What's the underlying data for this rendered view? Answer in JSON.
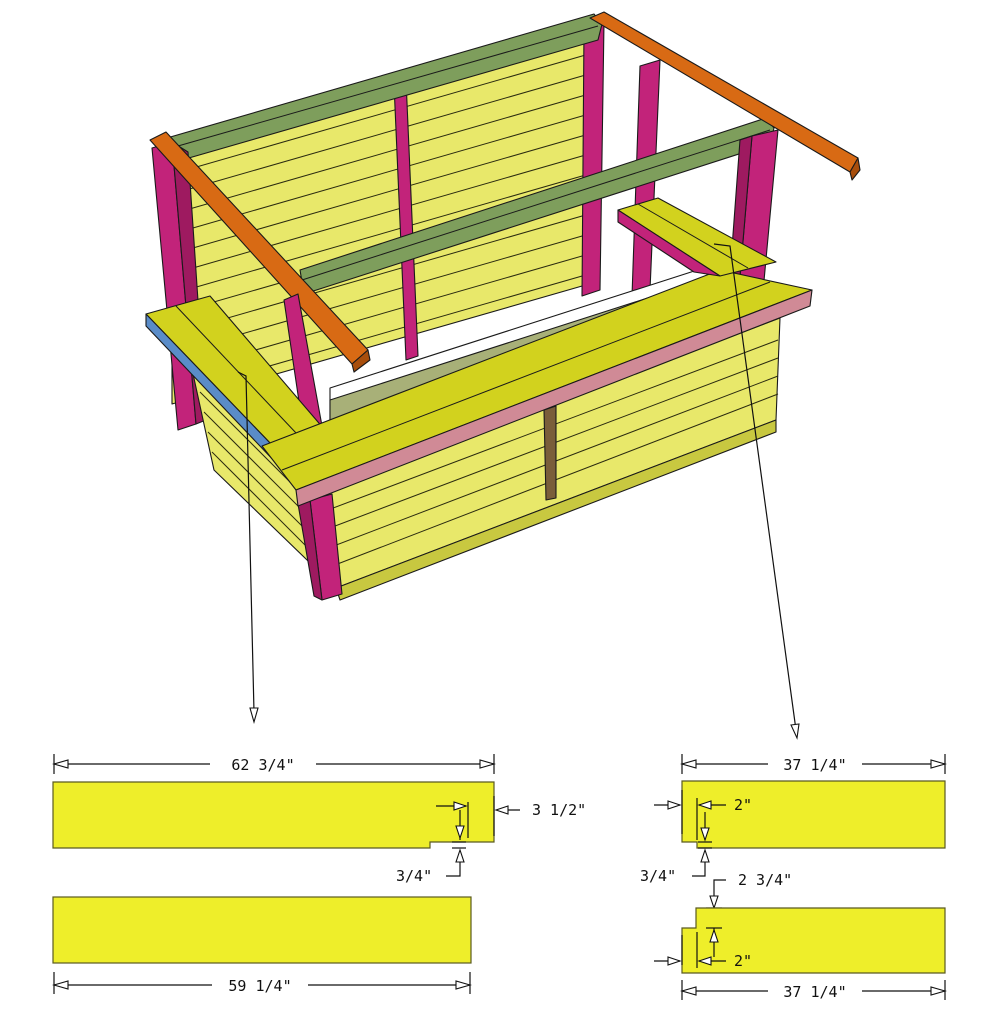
{
  "diagram": {
    "subject": "wooden bar/counter frame with countertop boards",
    "colors": {
      "panel_yellow": "#e8e86a",
      "board_yellow": "#d2d21e",
      "cut_piece_yellow": "#eeee2a",
      "post_magenta": "#c2237a",
      "rail_green": "#7e9e5c",
      "beam_orange": "#d86a14",
      "trim_pink": "#d08a96",
      "trim_blue": "#5a8cc8",
      "brace_brown": "#7a5e3a",
      "line": "#1a1a1a"
    },
    "callouts": [
      {
        "from": "front-countertop-left-end",
        "to": "long-boards"
      },
      {
        "from": "side-countertop-right",
        "to": "short-boards"
      }
    ]
  },
  "pieces": {
    "long_notched": {
      "length_label": "62 3/4\"",
      "notch_width_label": "3 1/2\"",
      "notch_depth_label": "3/4\""
    },
    "long_plain": {
      "length_label": "59 1/4\""
    },
    "short_notched_top": {
      "length_label": "37 1/4\"",
      "notch_width_label": "2\"",
      "notch_depth_label": "3/4\""
    },
    "short_notched_bottom": {
      "length_label": "37 1/4\"",
      "notch_width_label": "2\"",
      "notch_depth_label": "2 3/4\""
    }
  }
}
